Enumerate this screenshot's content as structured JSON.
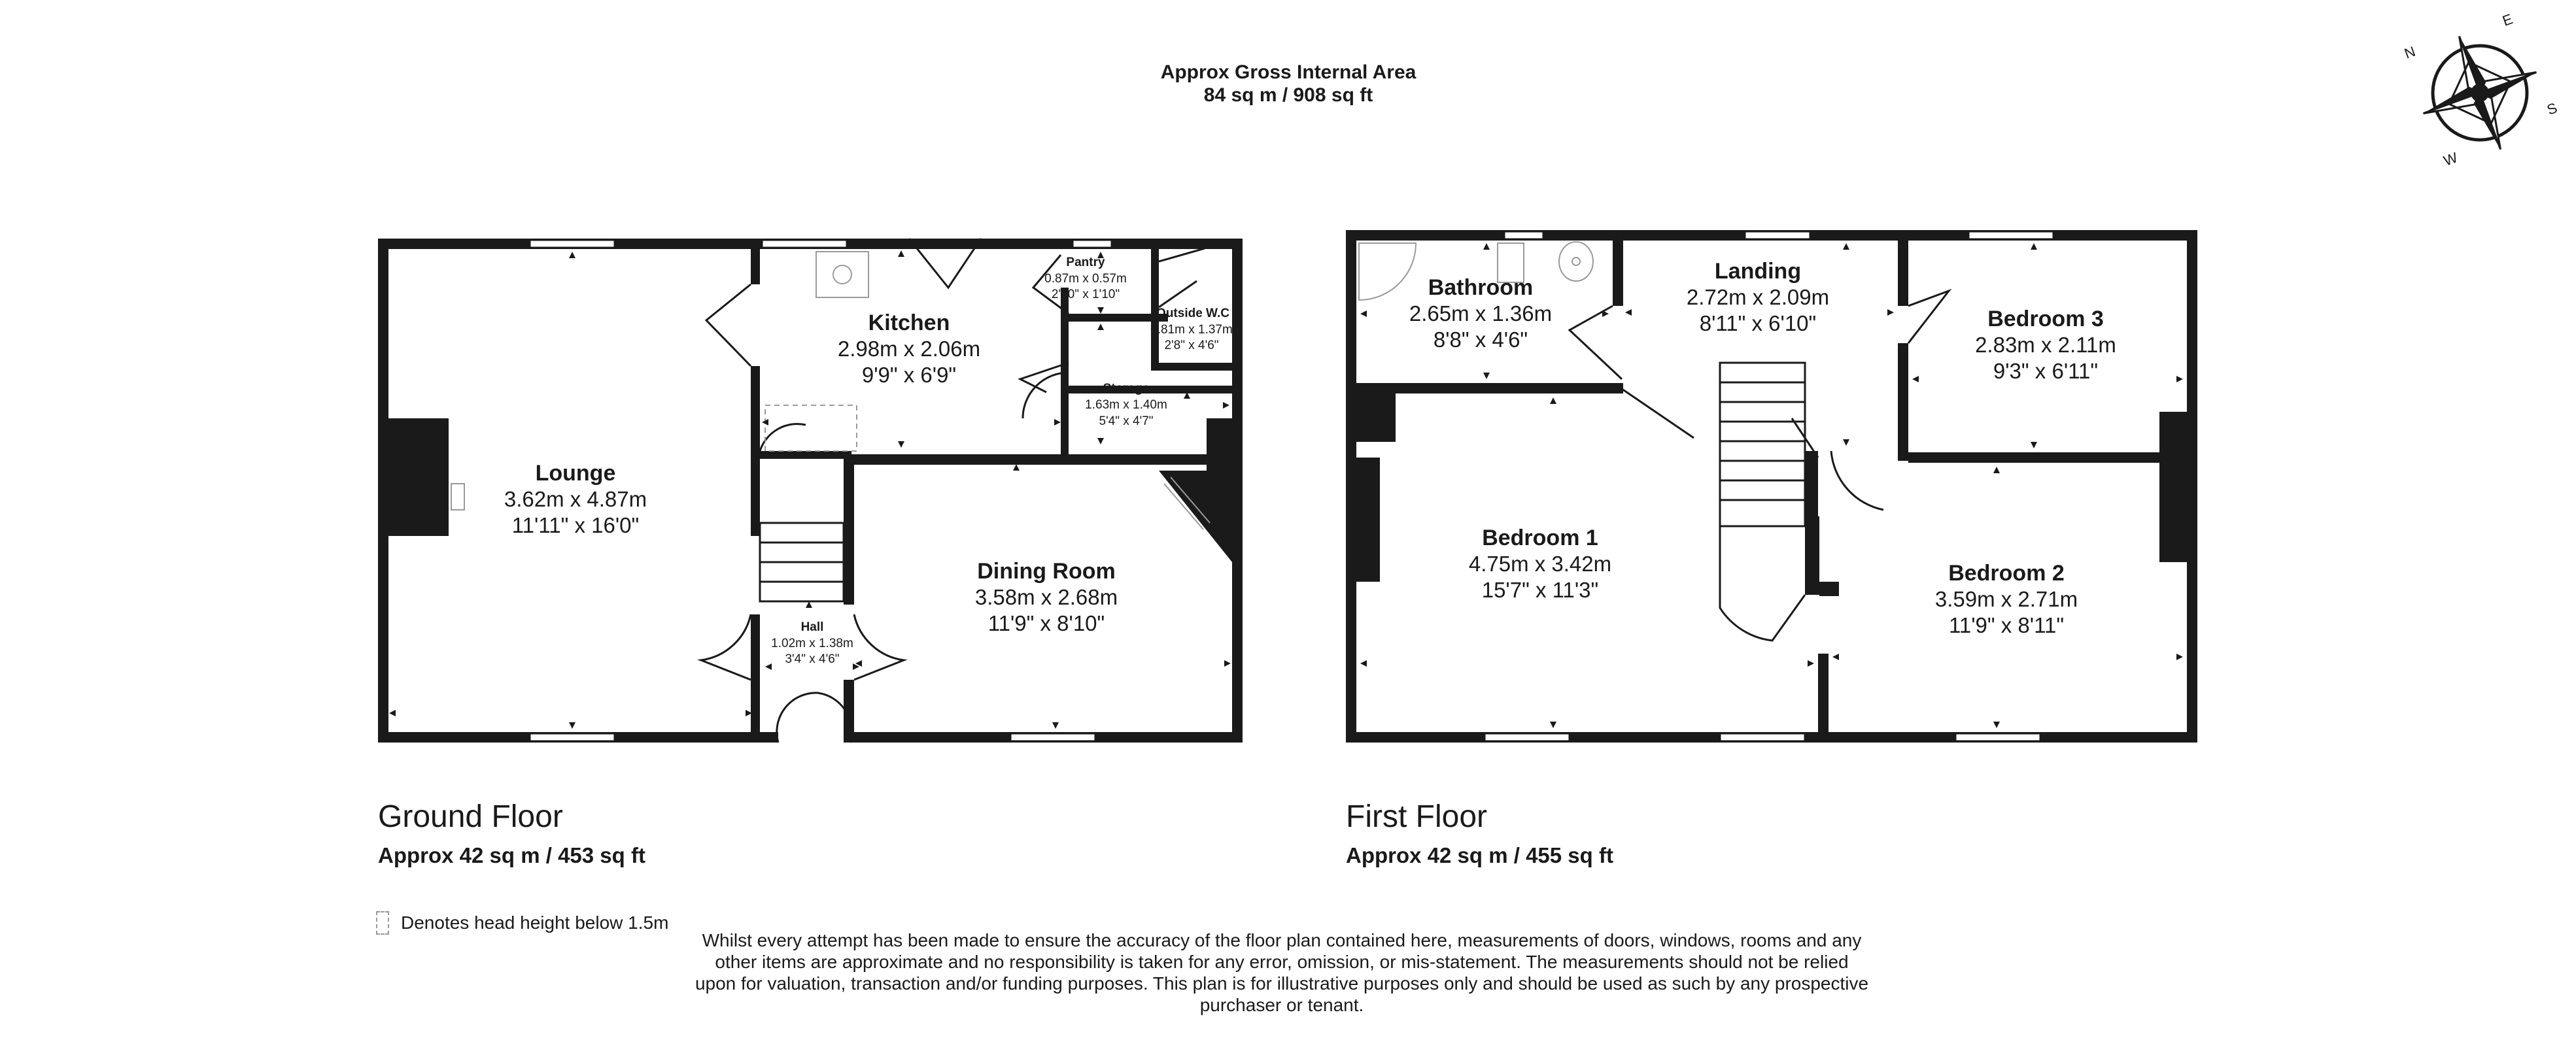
{
  "summary": {
    "heading": "Approx Gross Internal Area",
    "area": "84 sq m / 908 sq ft"
  },
  "compass": {
    "n": "N",
    "e": "E",
    "s": "S",
    "w": "W"
  },
  "ground_floor": {
    "title": "Ground Floor",
    "area": "Approx 42 sq m / 453 sq ft",
    "rooms": {
      "lounge": {
        "name": "Lounge",
        "metric": "3.62m x 4.87m",
        "imperial": "11'11\" x 16'0\""
      },
      "kitchen": {
        "name": "Kitchen",
        "metric": "2.98m x 2.06m",
        "imperial": "9'9\" x 6'9\""
      },
      "pantry": {
        "name": "Pantry",
        "metric": "0.87m x 0.57m",
        "imperial": "2'10\" x 1'10\""
      },
      "outside_wc": {
        "name": "Outside W.C",
        "metric": "0.81m x 1.37m",
        "imperial": "2'8\" x 4'6\""
      },
      "storage": {
        "name": "Storage",
        "metric": "1.63m x 1.40m",
        "imperial": "5'4\" x 4'7\""
      },
      "dining": {
        "name": "Dining Room",
        "metric": "3.58m x 2.68m",
        "imperial": "11'9\" x 8'10\""
      },
      "hall": {
        "name": "Hall",
        "metric": "1.02m x 1.38m",
        "imperial": "3'4\" x 4'6\""
      }
    }
  },
  "first_floor": {
    "title": "First Floor",
    "area": "Approx 42 sq m / 455 sq ft",
    "rooms": {
      "bathroom": {
        "name": "Bathroom",
        "metric": "2.65m x 1.36m",
        "imperial": "8'8\" x 4'6\""
      },
      "landing": {
        "name": "Landing",
        "metric": "2.72m x 2.09m",
        "imperial": "8'11\" x 6'10\""
      },
      "bedroom3": {
        "name": "Bedroom 3",
        "metric": "2.83m x 2.11m",
        "imperial": "9'3\" x 6'11\""
      },
      "bedroom1": {
        "name": "Bedroom 1",
        "metric": "4.75m x 3.42m",
        "imperial": "15'7\" x 11'3\""
      },
      "bedroom2": {
        "name": "Bedroom 2",
        "metric": "3.59m x 2.71m",
        "imperial": "11'9\" x 8'11\""
      }
    }
  },
  "legend": {
    "text": "Denotes head height below 1.5m"
  },
  "disclaimer": "Whilst every attempt has been made to ensure the accuracy of the floor plan contained here, measurements of doors, windows, rooms and any other items are approximate and no responsibility is taken for any error, omission, or mis-statement. The measurements should not be relied upon for valuation, transaction and/or funding purposes. This plan is for illustrative purposes only and should be used as such by any prospective purchaser or tenant.",
  "colors": {
    "wall": "#1a1a1a",
    "fixture": "#9a9a9a",
    "background": "#ffffff"
  }
}
